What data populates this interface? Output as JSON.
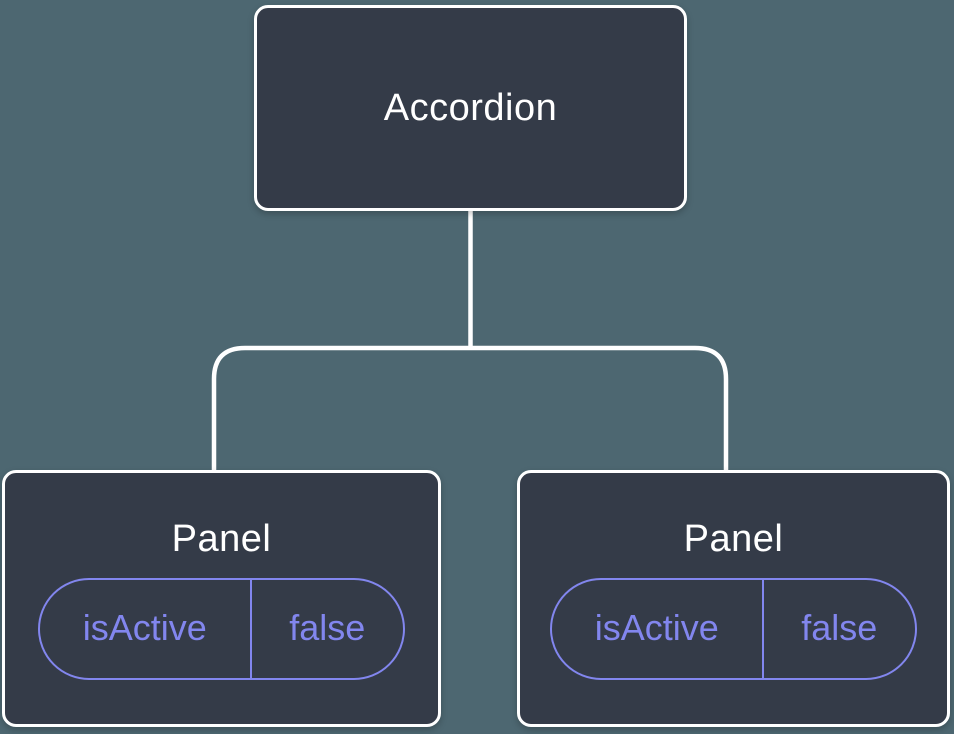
{
  "colors": {
    "background": "#4D6771",
    "node_fill": "#343B48",
    "node_border": "#FFFFFF",
    "node_text": "#FFFFFF",
    "state_accent": "#8286EE"
  },
  "tree": {
    "root": {
      "label": "Accordion"
    },
    "children": [
      {
        "label": "Panel",
        "state": {
          "name": "isActive",
          "value": "false"
        }
      },
      {
        "label": "Panel",
        "state": {
          "name": "isActive",
          "value": "false"
        }
      }
    ]
  }
}
